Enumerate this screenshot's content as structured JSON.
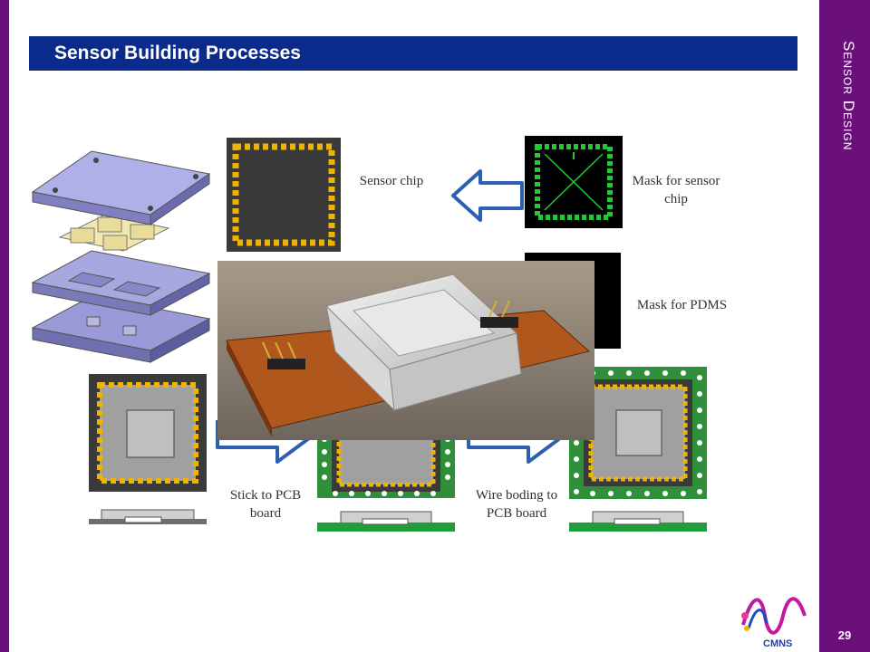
{
  "slide": {
    "title": "Sensor Building Processes",
    "side_title": "Sensor Design",
    "page_number": "29"
  },
  "labels": {
    "sensor_chip": "Sensor chip",
    "mask_sensor_chip": "Mask for sensor chip",
    "mask_pdms": "Mask for PDMS",
    "stick_pcb": "Stick to PCB board",
    "wire_bonding": "Wire boding to PCB board"
  },
  "logo": {
    "text": "CMNS"
  },
  "colors": {
    "purple": "#6b0f7a",
    "title_blue": "#0a2a8c",
    "arrow_blue": "#2f5fb0",
    "pcb_green": "#2f8f3a",
    "pad_yellow": "#f0b400",
    "mask_green": "#22c934"
  }
}
